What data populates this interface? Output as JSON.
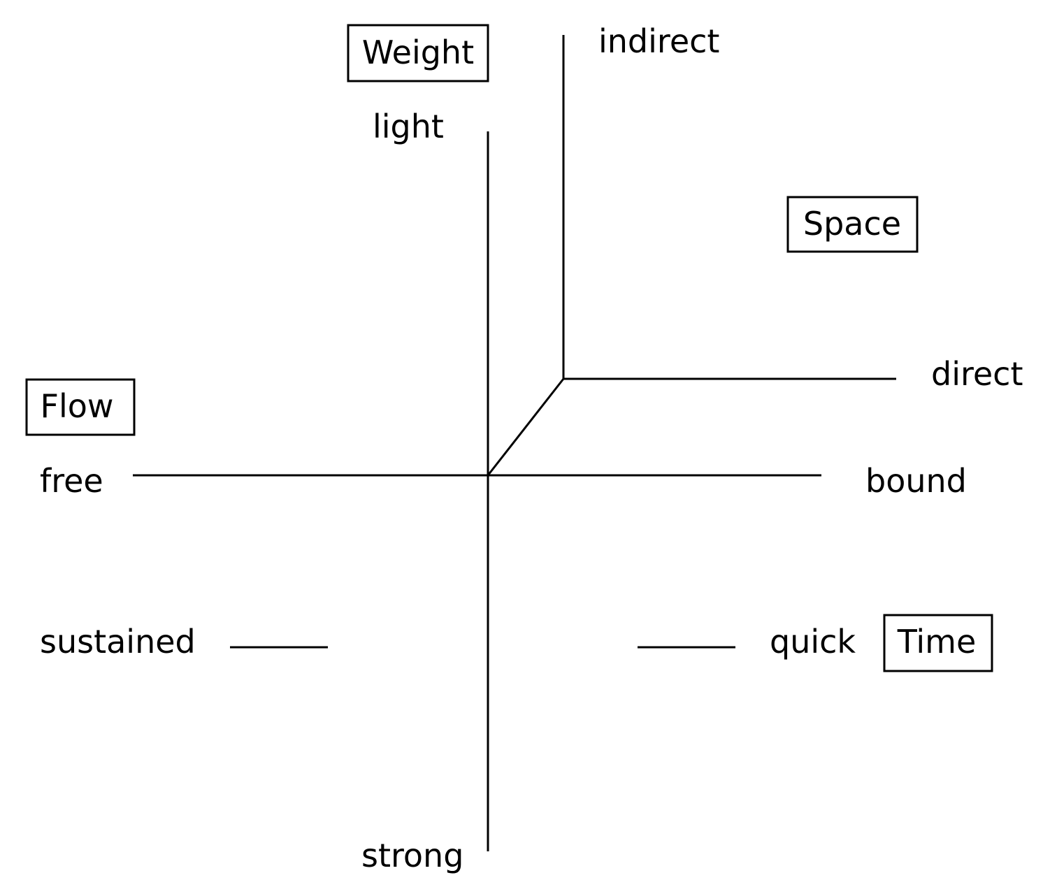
{
  "colors": {
    "line": "#000000",
    "background": "#ffffff"
  },
  "dimensions": {
    "weight": "Weight",
    "space": "Space",
    "flow": "Flow",
    "time": "Time"
  },
  "poles": {
    "light": "light",
    "strong": "strong",
    "indirect": "indirect",
    "direct": "direct",
    "free": "free",
    "bound": "bound",
    "sustained": "sustained",
    "quick": "quick"
  }
}
